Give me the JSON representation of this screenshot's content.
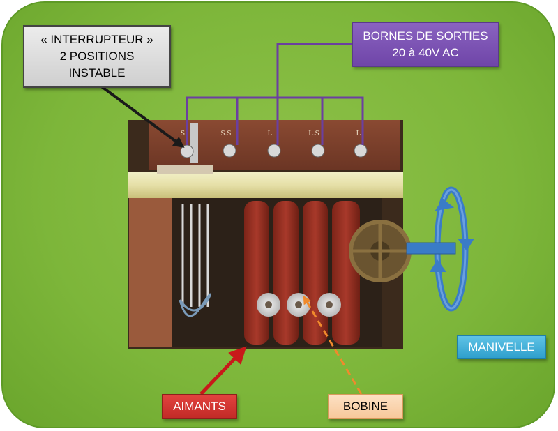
{
  "labels": {
    "interrupteur": [
      "« INTERRUPTEUR »",
      "2 POSITIONS",
      "INSTABLE"
    ],
    "bornes": [
      "BORNES DE SORTIES",
      "20 à 40V AC"
    ],
    "manivelle": "MANIVELLE",
    "aimants": "AIMANTS",
    "bobine": "BOBINE"
  },
  "terminal_markings": [
    "S",
    "S.S",
    "L",
    "L.S",
    "L"
  ],
  "colors": {
    "background": "#7db63a",
    "wires": "#6b3fa0",
    "aimants_arrow": "#c8191a",
    "bobine_arrow": "#f08a2c",
    "manivelle_arrow": "#3a7cc7"
  }
}
